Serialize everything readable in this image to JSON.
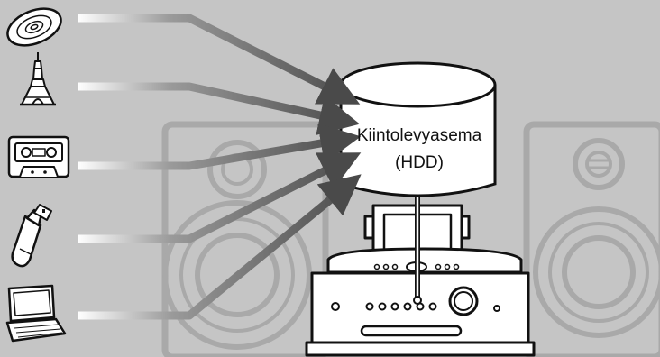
{
  "colors": {
    "background": "#c5c5c5",
    "ghost": "#a9a9a9",
    "ghost_light": "#b9b9b9",
    "arrow": "#6f6f6f",
    "arrow_dark": "#474747",
    "ink": "#111111",
    "fill": "#ffffff"
  },
  "sources": [
    {
      "name": "cd-disc",
      "icon": "cd-icon"
    },
    {
      "name": "radio-tower",
      "icon": "radio-tower-icon"
    },
    {
      "name": "cassette-tape",
      "icon": "cassette-icon"
    },
    {
      "name": "usb-stick",
      "icon": "usb-stick-icon"
    },
    {
      "name": "laptop",
      "icon": "laptop-icon"
    }
  ],
  "hdd": {
    "line1": "Kiintolevyasema",
    "line2": "(HDD)",
    "icon": "hdd-cylinder-icon"
  },
  "device": {
    "icon": "stereo-system-icon"
  },
  "speakers": [
    {
      "side": "left",
      "icon": "speaker-left-icon"
    },
    {
      "side": "right",
      "icon": "speaker-right-icon"
    }
  ]
}
